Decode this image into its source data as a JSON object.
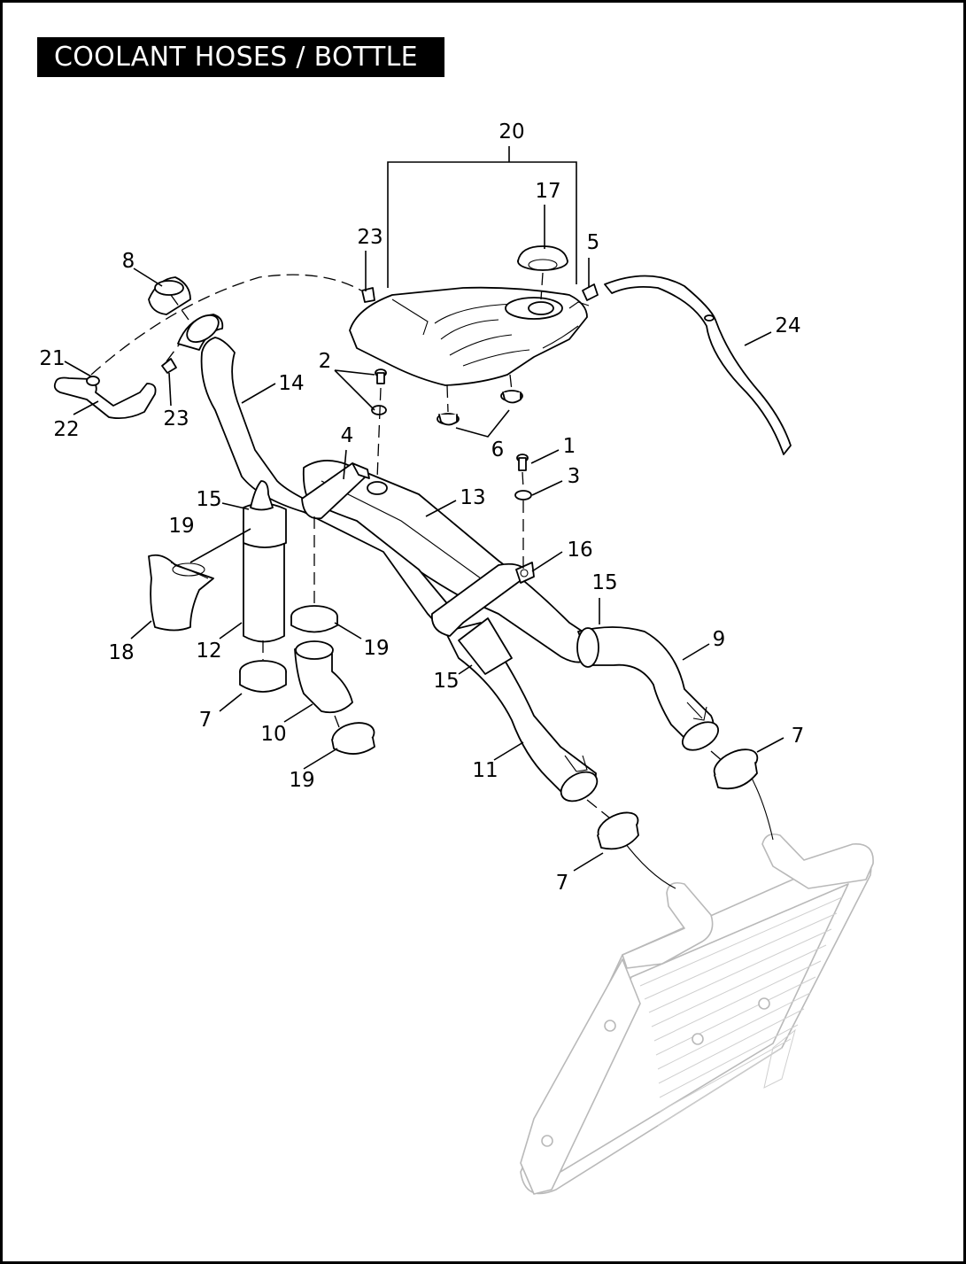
{
  "title": "COOLANT HOSES / BOTTLE",
  "callouts": {
    "c1": "1",
    "c2": "2",
    "c3": "3",
    "c4": "4",
    "c5": "5",
    "c6": "6",
    "c7a": "7",
    "c7b": "7",
    "c7c": "7",
    "c8": "8",
    "c9": "9",
    "c10": "10",
    "c11": "11",
    "c12": "12",
    "c13": "13",
    "c14": "14",
    "c15a": "15",
    "c15b": "15",
    "c15c": "15",
    "c16": "16",
    "c17": "17",
    "c18": "18",
    "c19a": "19",
    "c19b": "19",
    "c19c": "19",
    "c20": "20",
    "c21": "21",
    "c22": "22",
    "c23a": "23",
    "c23b": "23",
    "c24": "24"
  },
  "colors": {
    "ink": "#000000",
    "background": "#ffffff",
    "radiator_ghost": "#b9b9b9"
  }
}
